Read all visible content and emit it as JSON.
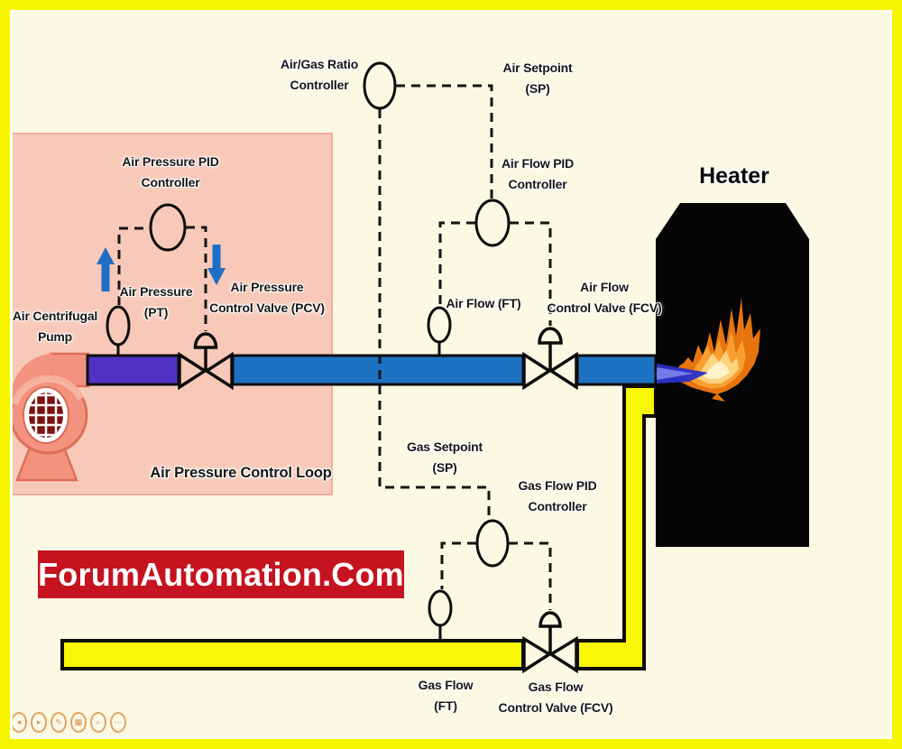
{
  "labels": {
    "air_gas_ratio_controller": "Air/Gas Ratio\nController",
    "air_setpoint": "Air Setpoint\n(SP)",
    "air_flow_pid_controller": "Air Flow PID\nController",
    "air_pressure_pid_controller": "Air Pressure PID\nController",
    "air_centrifugal_pump": "Air Centrifugal\nPump",
    "air_pressure_pt": "Air Pressure\n(PT)",
    "air_pressure_pcv": "Air Pressure\nControl Valve (PCV)",
    "air_pressure_control_loop": "Air Pressure Control Loop",
    "air_flow_ft": "Air Flow (FT)",
    "air_flow_fcv": "Air Flow\nControl Valve (FCV)",
    "heater": "Heater",
    "gas_setpoint": "Gas Setpoint\n(SP)",
    "gas_flow_pid_controller": "Gas Flow PID\nController",
    "gas_flow_ft": "Gas Flow\n(FT)",
    "gas_flow_fcv": "Gas Flow\nControl Valve (FCV)"
  },
  "watermark": {
    "text": "ForumAutomation.Com",
    "background": "#C5131F"
  },
  "viewer_icons": [
    {
      "name": "prev-icon",
      "glyph": "◂"
    },
    {
      "name": "next-icon",
      "glyph": "▸"
    },
    {
      "name": "edit-icon",
      "glyph": "✎"
    },
    {
      "name": "grid-icon",
      "glyph": "▦"
    },
    {
      "name": "search-icon",
      "glyph": "⌕"
    },
    {
      "name": "more-icon",
      "glyph": "⋯"
    }
  ],
  "colors": {
    "frame_yellow": "#F7F400",
    "background_cream": "#FBF8E3",
    "loop_box_pink": "#F8C9B8",
    "air_pipe_blue": "#1E72C2",
    "pump_discharge_purple": "#5032C2",
    "gas_pipe_yellow": "#F9F707",
    "banner_red": "#C5131F",
    "arrow_blue": "#1E6FC8",
    "line_black": "#141414",
    "heater_black": "#050505",
    "pump_salmon": "#F3937F"
  }
}
